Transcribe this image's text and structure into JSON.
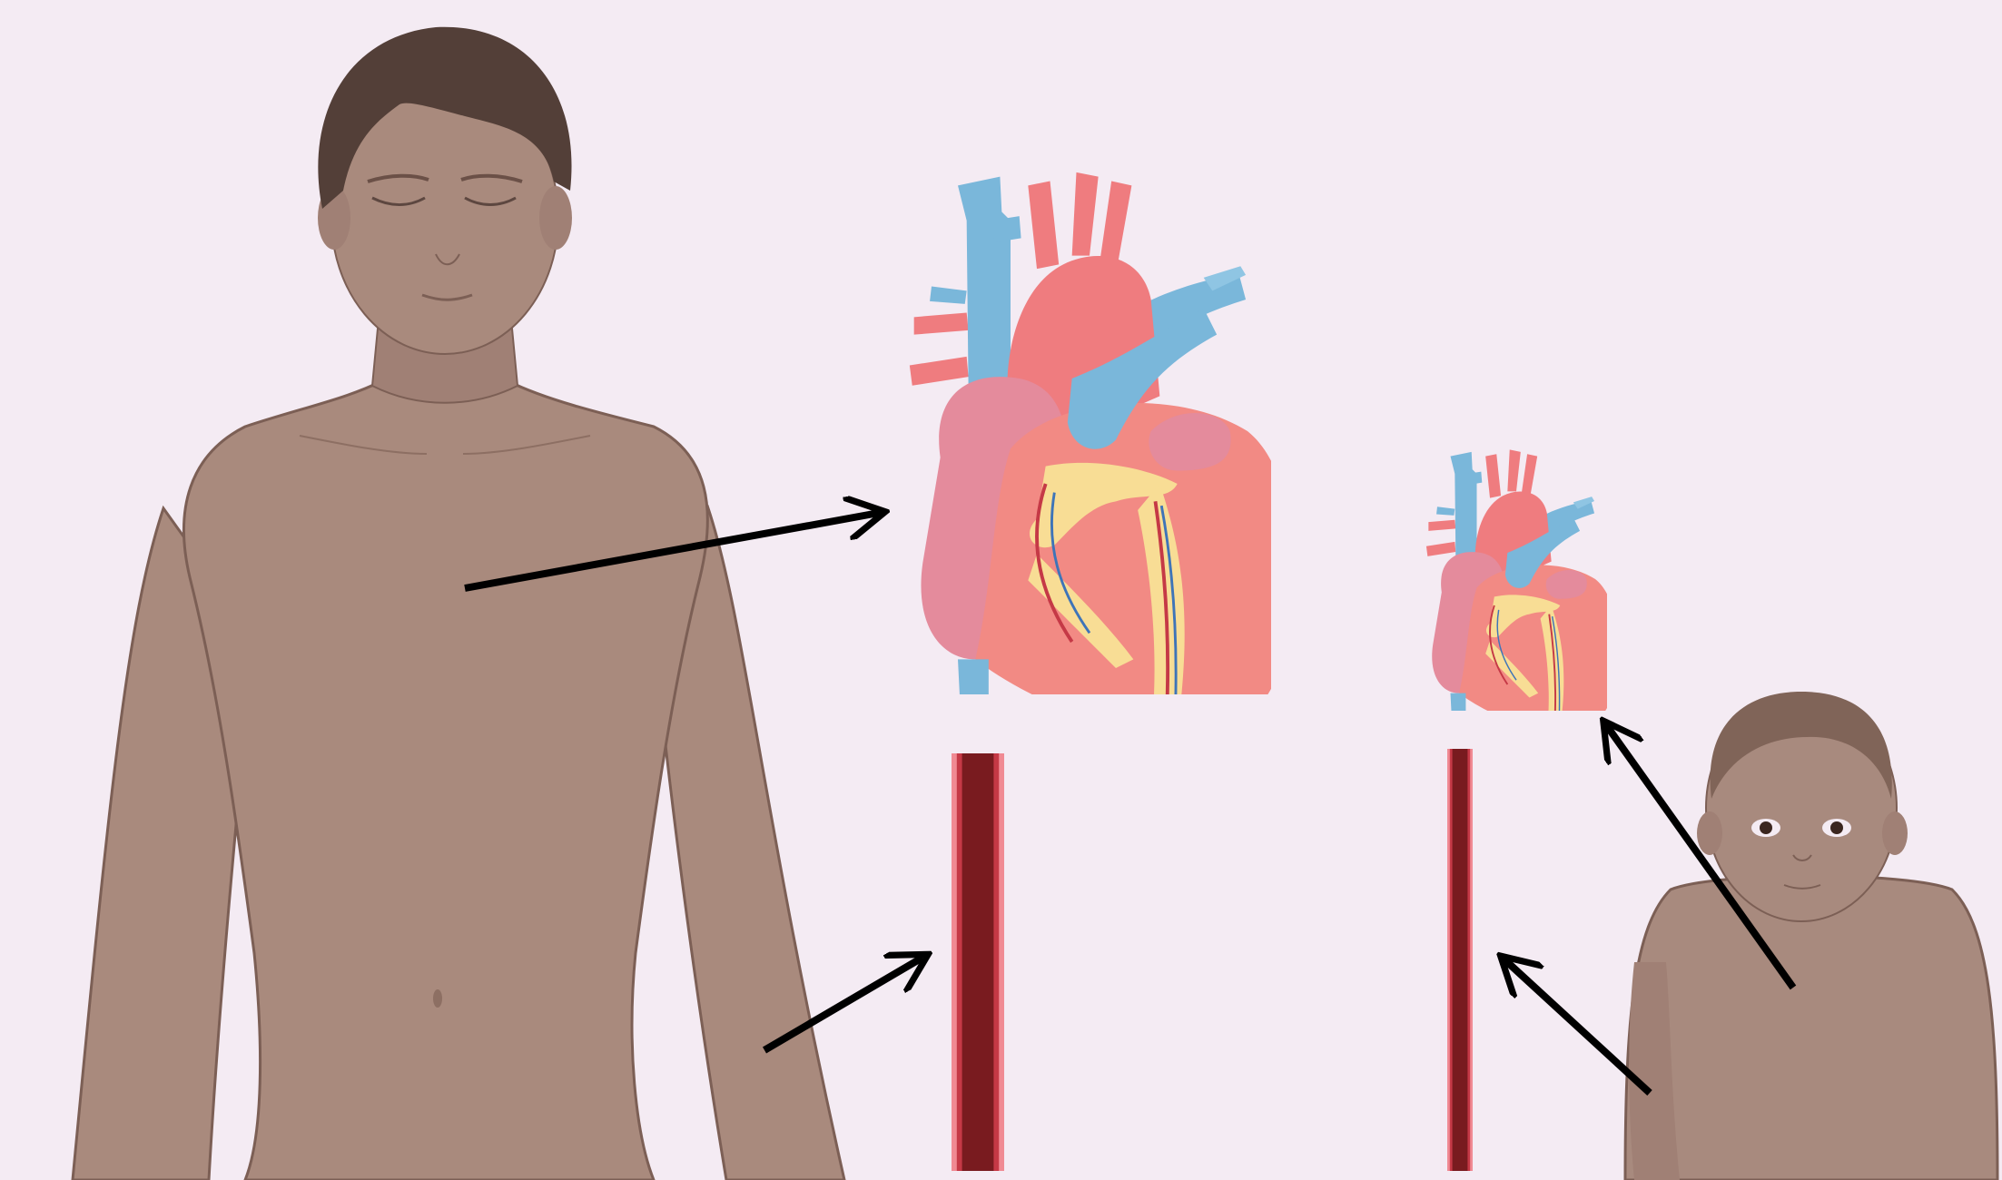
{
  "scene": {
    "background": "#f4ebf3",
    "colors": {
      "adult_skin": "#a98a7d",
      "adult_skin_shadow": "#9a7a6d",
      "adult_outline": "#7c5f55",
      "adult_hair": "#533f38",
      "infant_skin": "#a88a7e",
      "infant_hair": "#806458",
      "arrow": "#000000",
      "vessel_outer": "#f08a93",
      "vessel_wall": "#c53946",
      "vessel_lumen": "#791b1f",
      "aorta_red": "#ef7c7f",
      "vein_blue": "#7ab7da",
      "atrium_pink": "#e48b9c",
      "ventricle_salmon": "#f28a84",
      "fat_yellow": "#f8dd95"
    }
  },
  "figures": [
    {
      "id": "adult",
      "icon": "adult-figure-icon"
    },
    {
      "id": "infant",
      "icon": "infant-figure-icon"
    }
  ],
  "organs": [
    {
      "id": "adult-heart",
      "icon": "heart-icon"
    },
    {
      "id": "infant-heart",
      "icon": "heart-icon"
    },
    {
      "id": "adult-vessel",
      "icon": "blood-vessel-icon"
    },
    {
      "id": "infant-vessel",
      "icon": "blood-vessel-icon"
    }
  ],
  "arrows": [
    {
      "from": "adult",
      "to": "adult-heart"
    },
    {
      "from": "adult",
      "to": "adult-vessel"
    },
    {
      "from": "infant",
      "to": "infant-heart"
    },
    {
      "from": "infant",
      "to": "infant-vessel"
    }
  ]
}
